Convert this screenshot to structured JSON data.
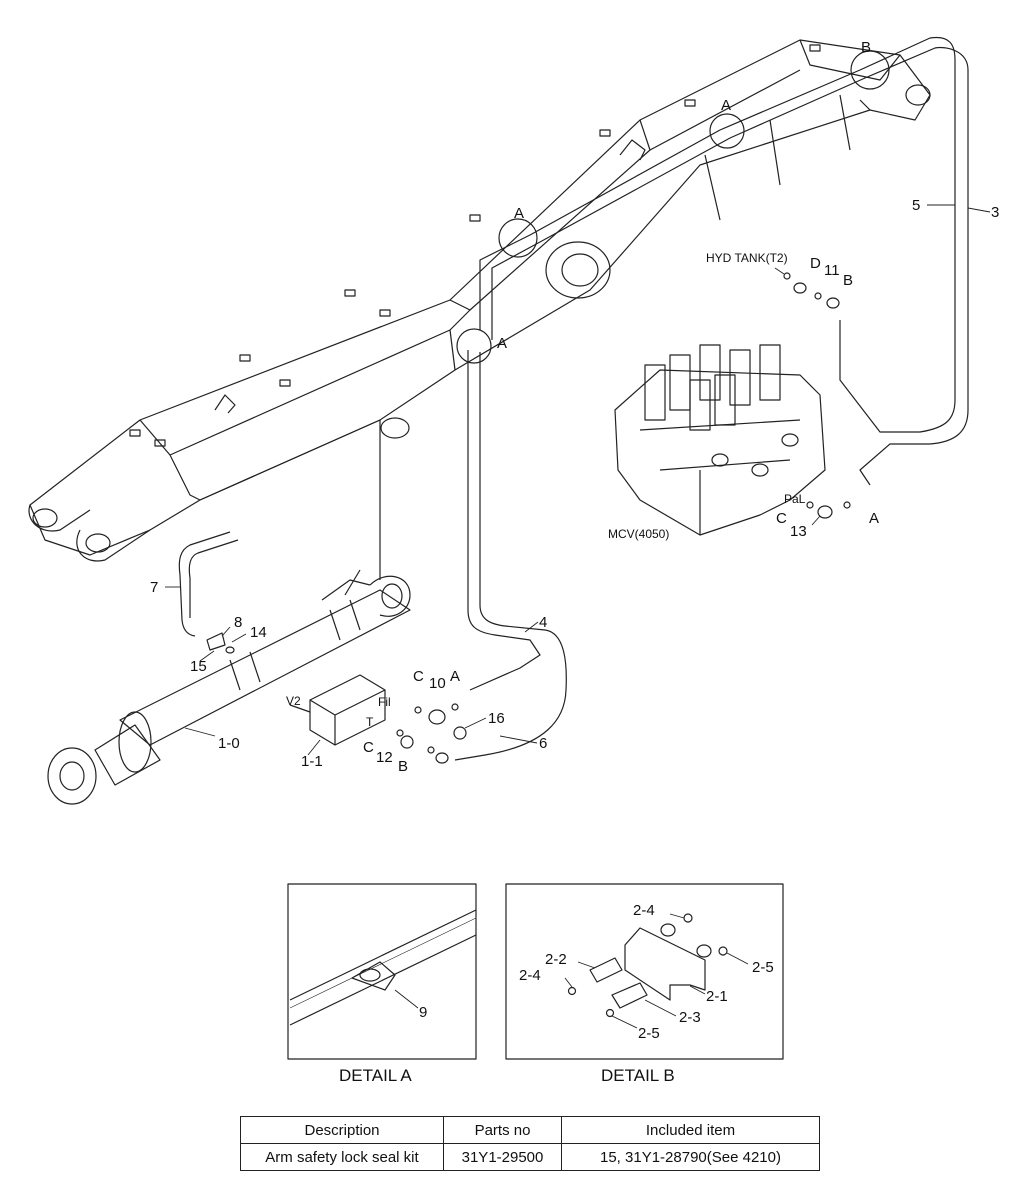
{
  "labels": {
    "hyd_tank": "HYD TANK(T2)",
    "mcv": "MCV(4050)",
    "pal": "PaL",
    "port_v2": "V2",
    "port_fil": "Fil",
    "port_t": "T",
    "a": "A",
    "b": "B",
    "c": "C",
    "d": "D",
    "n1_0": "1-0",
    "n1_1": "1-1",
    "n3": "3",
    "n4": "4",
    "n5": "5",
    "n6": "6",
    "n7": "7",
    "n8": "8",
    "n9": "9",
    "n10": "10",
    "n11": "11",
    "n12": "12",
    "n13": "13",
    "n14": "14",
    "n15": "15",
    "n16": "16",
    "n2_1": "2-1",
    "n2_2": "2-2",
    "n2_3": "2-3",
    "n2_4": "2-4",
    "n2_5": "2-5"
  },
  "details": {
    "a_caption": "DETAIL A",
    "b_caption": "DETAIL B"
  },
  "table": {
    "headers": [
      "Description",
      "Parts no",
      "Included item"
    ],
    "rows": [
      [
        "Arm safety lock seal kit",
        "31Y1-29500",
        "15, 31Y1-28790(See 4210)"
      ]
    ]
  }
}
